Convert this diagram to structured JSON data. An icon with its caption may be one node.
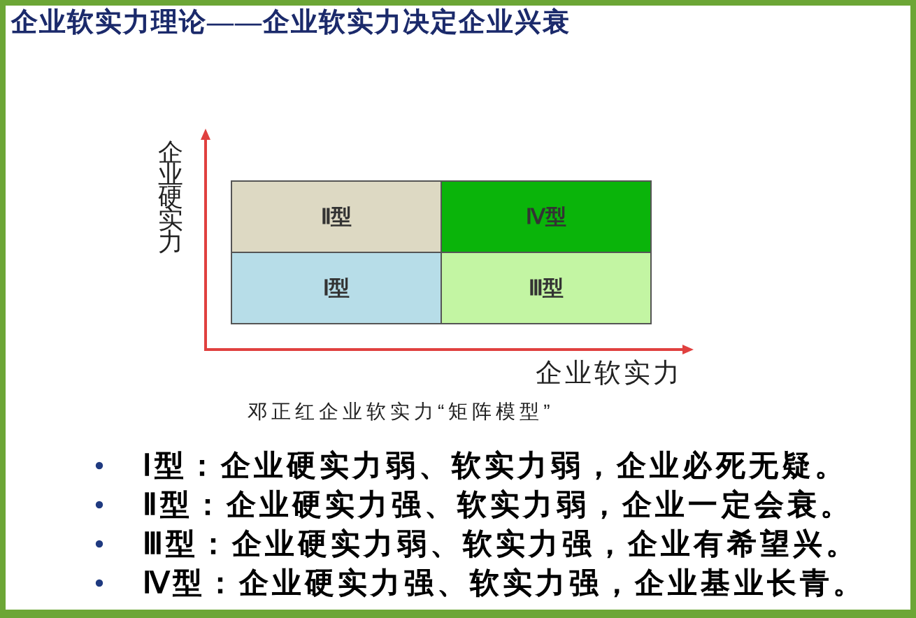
{
  "diagram": {
    "title": "企业软实力理论——企业软实力决定企业兴衰",
    "caption": "邓正红企业软实力“矩阵模型”",
    "nodes": [
      {
        "text": [
          "Ⅱ型"
        ]
      },
      {
        "text": [
          "Ⅳ型"
        ]
      },
      {
        "text": [
          "Ⅰ型"
        ]
      },
      {
        "text": [
          "Ⅲ型"
        ]
      }
    ],
    "labels": [
      "企业硬实力",
      "企业软实力",
      "Ⅰ型：企业硬实力弱、软实力弱，企业必死无疑。",
      "Ⅱ型：企业硬实力强、软实力弱，企业一定会衰。",
      "Ⅲ型：企业硬实力弱、软实力强，企业有希望兴。",
      "Ⅳ型：企业硬实力强、软实力强，企业基业长青。"
    ]
  }
}
